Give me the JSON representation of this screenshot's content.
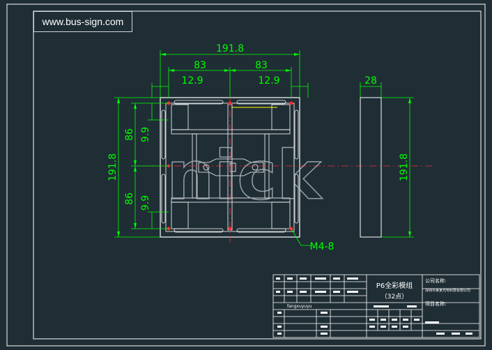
{
  "website": "www.bus-sign.com",
  "colors": {
    "background": "#1f2d35",
    "outline": "#ffffff",
    "dimension": "#00ff00",
    "centerline": "#ff2a2a",
    "highlight": "#ffff00",
    "watermark": "#a9b5bb"
  },
  "dimensions": {
    "overall_width": "191.8",
    "half_left": "83",
    "half_right": "83",
    "offset_left": "12.9",
    "offset_right": "12.9",
    "depth": "28",
    "overall_height_left": "191.8",
    "overall_height_right": "191.8",
    "upper_half": "86",
    "upper_offset": "9.9",
    "lower_half": "86",
    "lower_offset": "9.9",
    "hole_callout": "M4-8"
  },
  "watermark_text": "nick",
  "title_block": {
    "product_name": "P6全彩模组",
    "product_spec": "（32点）",
    "company_label": "公司名称:",
    "company_value": "深圳市某某光电科技有限公司",
    "project_label": "项目名称:",
    "drawing_id": "fangxuyuyu"
  }
}
